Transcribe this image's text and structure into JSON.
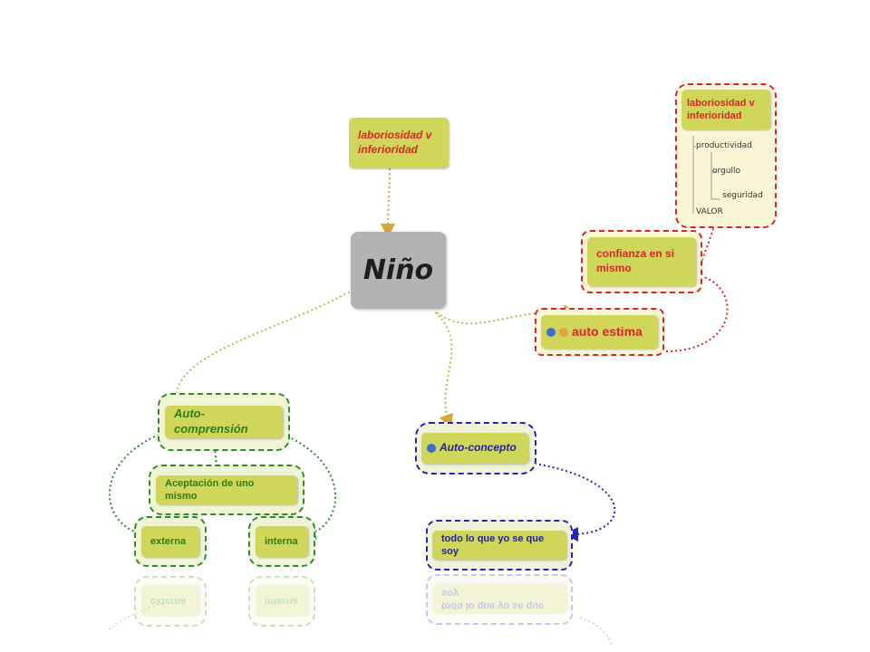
{
  "nodes": {
    "top_laboriosidad": "laboriosidad v inferioridad",
    "nino": "Niño",
    "auto_comprension": "Auto-comprensión",
    "aceptacion": "Aceptación de uno mismo",
    "externa": "externa",
    "interna": "interna",
    "auto_concepto": "Auto-concepto",
    "todo_lo_que": "todo lo que yo se que soy",
    "auto_estima": "auto estima",
    "confianza": "confianza en si mismo",
    "right_laboriosidad": "laboriosidad v inferioridad"
  },
  "subitems": {
    "productividad": "productividad",
    "orgullo": "orgullo",
    "seguridad": "seguridad",
    "valor": "VALOR"
  },
  "colors": {
    "node_fill": "#cfd65a",
    "center_fill": "#b3b3b3",
    "red": "#d9262b",
    "green": "#2e8b2e",
    "blue": "#2424b8",
    "orange_link": "#d9a53a"
  }
}
